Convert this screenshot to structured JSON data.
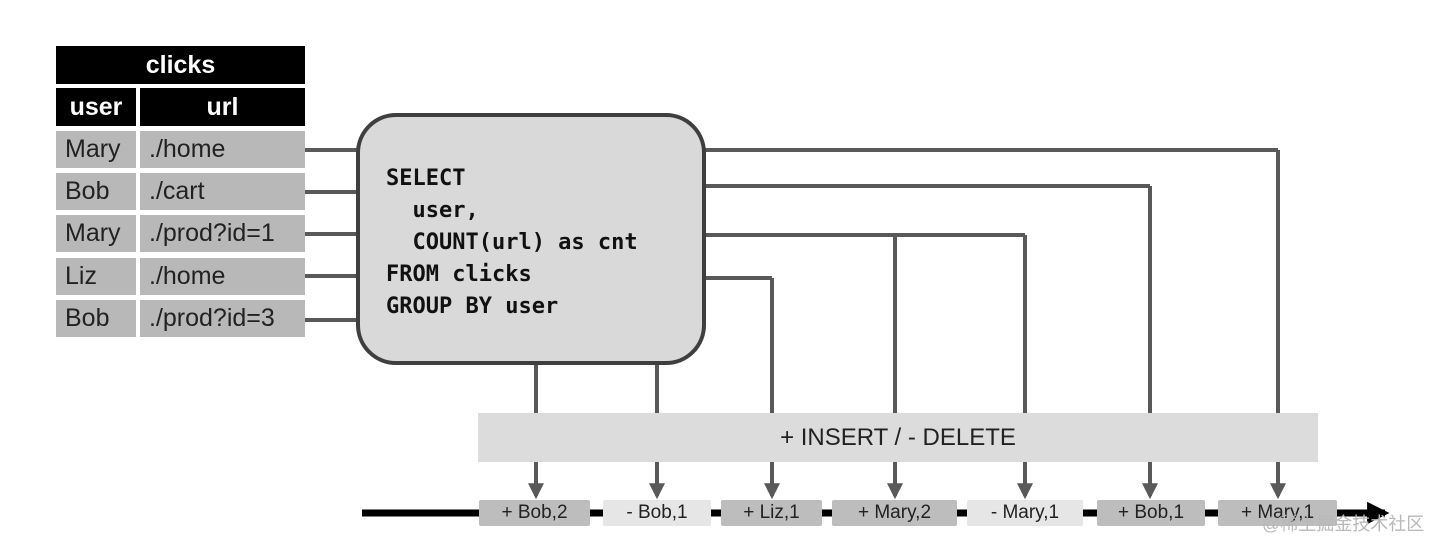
{
  "table": {
    "title": "clicks",
    "headers": [
      "user",
      "url"
    ],
    "rows": [
      [
        "Mary",
        "./home"
      ],
      [
        "Bob",
        "./cart"
      ],
      [
        "Mary",
        "./prod?id=1"
      ],
      [
        "Liz",
        "./home"
      ],
      [
        "Bob",
        "./prod?id=3"
      ]
    ]
  },
  "query": "SELECT\n  user,\n  COUNT(url) as cnt\nFROM clicks\nGROUP BY user",
  "band_label": "+ INSERT / - DELETE",
  "changelog": [
    {
      "label": "+ Bob,2",
      "kind": "insert"
    },
    {
      "label": "- Bob,1",
      "kind": "delete"
    },
    {
      "label": "+ Liz,1",
      "kind": "insert"
    },
    {
      "label": "+ Mary,2",
      "kind": "insert"
    },
    {
      "label": "- Mary,1",
      "kind": "delete"
    },
    {
      "label": "+ Bob,1",
      "kind": "insert"
    },
    {
      "label": "+ Mary,1",
      "kind": "insert"
    }
  ],
  "watermark": "@稀土掘金技术社区",
  "colors": {
    "line": "#595959",
    "header_bg": "#000000",
    "cell_bg": "#b8b8b8",
    "box_bg": "#d9d9d9",
    "band_bg": "#dcdcdc",
    "insert_chip": "#bdbdbd",
    "delete_chip": "#e6e6e6",
    "timeline": "#000000"
  }
}
